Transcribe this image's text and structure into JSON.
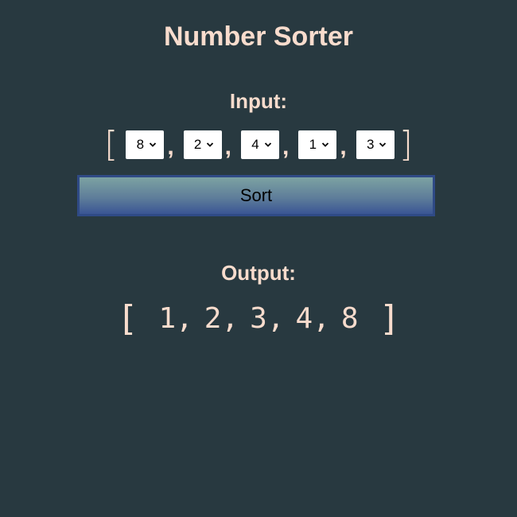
{
  "app": {
    "title": "Number Sorter"
  },
  "input": {
    "label": "Input:",
    "open_bracket": "[",
    "close_bracket": "]",
    "separator": ",",
    "selects": [
      {
        "value": "8"
      },
      {
        "value": "2"
      },
      {
        "value": "4"
      },
      {
        "value": "1"
      },
      {
        "value": "3"
      }
    ]
  },
  "sort_button": {
    "label": "Sort"
  },
  "output": {
    "label": "Output:",
    "open_bracket": "[",
    "close_bracket": "]",
    "values": [
      "1,",
      "2,",
      "3,",
      "4,",
      "8"
    ]
  },
  "icons": {
    "dropdown": "chevron-down-icon"
  },
  "colors": {
    "background": "#283940",
    "text": "#f8dccd",
    "button_border": "#2f4a86"
  }
}
